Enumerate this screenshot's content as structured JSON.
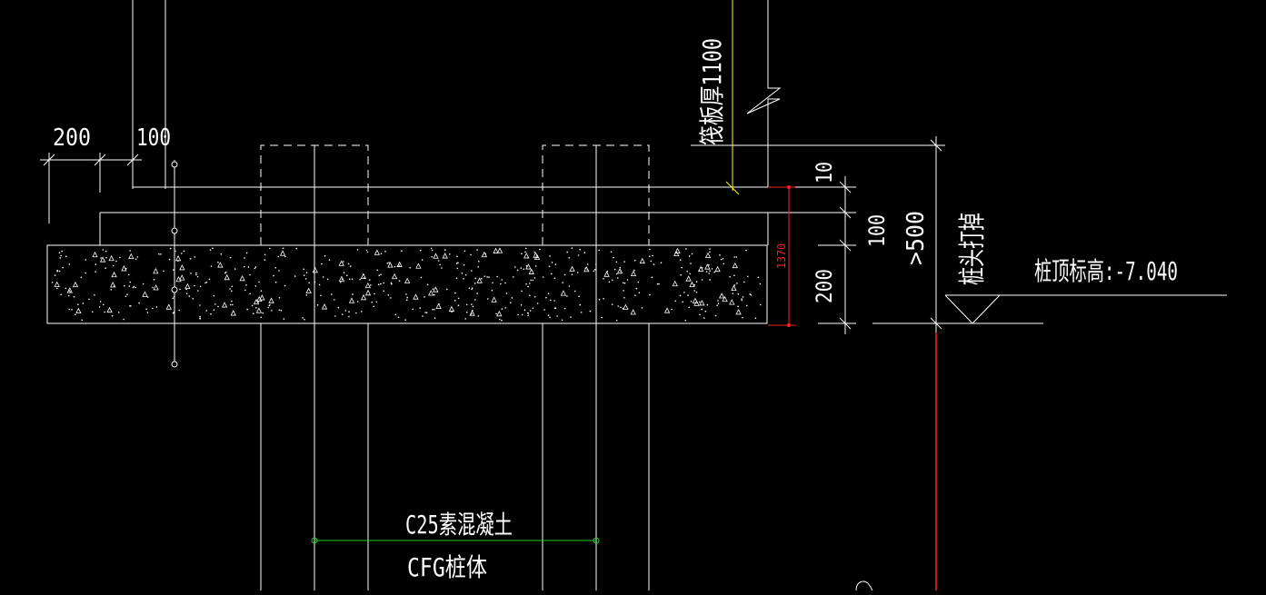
{
  "drawing": {
    "raft_thickness_label": "筏板厚1100",
    "dims_left": {
      "d200": "200",
      "d100": "100"
    },
    "dims_right": {
      "d10": "10",
      "d100": "100",
      "d200": "200",
      "total": ">500"
    },
    "red_dim": "1370",
    "pile_head_note": "桩头打掉",
    "pile_top_elevation": "桩顶标高:-7.040",
    "concrete_label": "C25素混凝土",
    "pile_body_label": "CFG桩体",
    "colors": {
      "background": "#000000",
      "lines": "#ffffff",
      "yellow": "#ffff00",
      "red": "#ff2020",
      "green": "#22cc22"
    }
  }
}
